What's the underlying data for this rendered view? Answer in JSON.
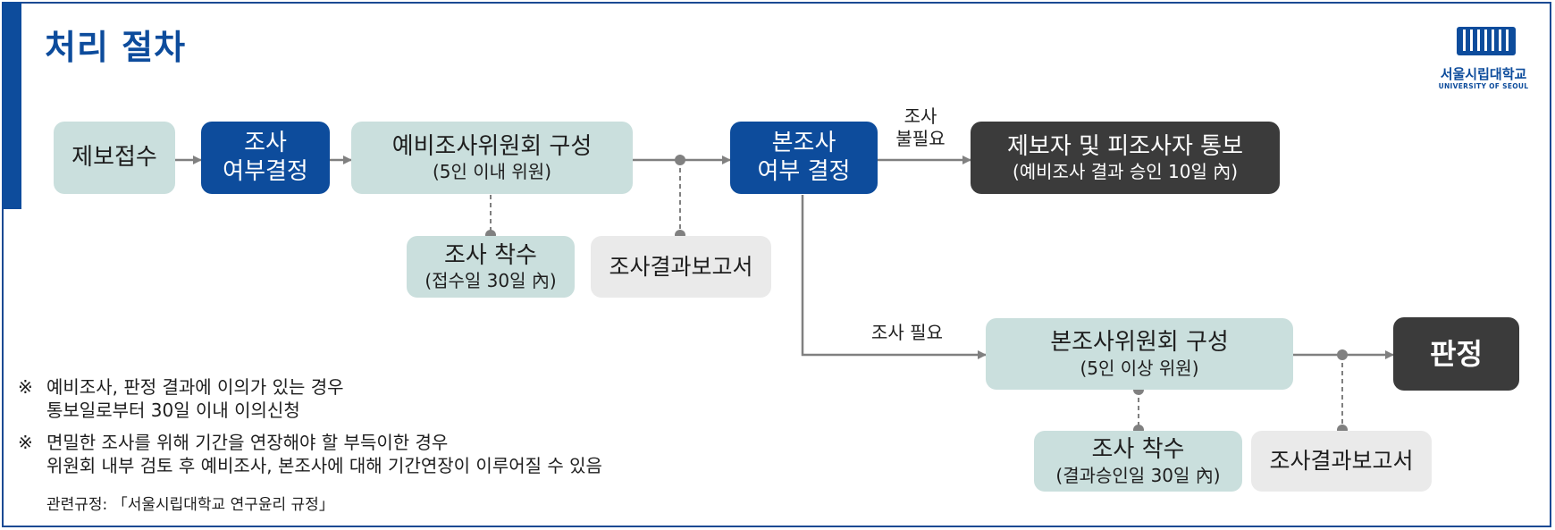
{
  "title": "처리 절차",
  "logo": {
    "name_ko": "서울시립대학교",
    "name_en": "UNIVERSITY OF SEOUL"
  },
  "steps": {
    "report_receipt": "제보접수",
    "investigation_decision": {
      "line1": "조사",
      "line2": "여부결정"
    },
    "prelim_committee": {
      "line1": "예비조사위원회 구성",
      "line2": "(5인 이내 위원)"
    },
    "prelim_start": {
      "line1": "조사 착수",
      "line2": "(접수일 30일 內)"
    },
    "prelim_report": "조사결과보고서",
    "main_decision": {
      "line1": "본조사",
      "line2": "여부 결정"
    },
    "notify": {
      "line1": "제보자 및 피조사자 통보",
      "line2": "(예비조사 결과 승인 10일 內)"
    },
    "main_committee": {
      "line1": "본조사위원회 구성",
      "line2": "(5인 이상 위원)"
    },
    "main_start": {
      "line1": "조사 착수",
      "line2": "(결과승인일 30일 內)"
    },
    "main_report": "조사결과보고서",
    "judgment": "판정"
  },
  "edge_labels": {
    "not_needed": {
      "line1": "조사",
      "line2": "불필요"
    },
    "needed": "조사 필요"
  },
  "notes": [
    {
      "mark": "※",
      "line1": "예비조사, 판정 결과에 이의가 있는 경우",
      "line2": "통보일로부터 30일 이내 이의신청"
    },
    {
      "mark": "※",
      "line1": "면밀한 조사를 위해 기간을 연장해야 할 부득이한 경우",
      "line2": "위원회 내부 검토 후 예비조사, 본조사에 대해 기간연장이 이루어질 수 있음"
    }
  ],
  "regulation": "관련규정: 「서울시립대학교 연구윤리 규정」",
  "colors": {
    "blue": "#0d4c9c",
    "teal": "#cadfdd",
    "dark": "#3b3b3b",
    "gray": "#eaeaea",
    "line": "#808080"
  }
}
